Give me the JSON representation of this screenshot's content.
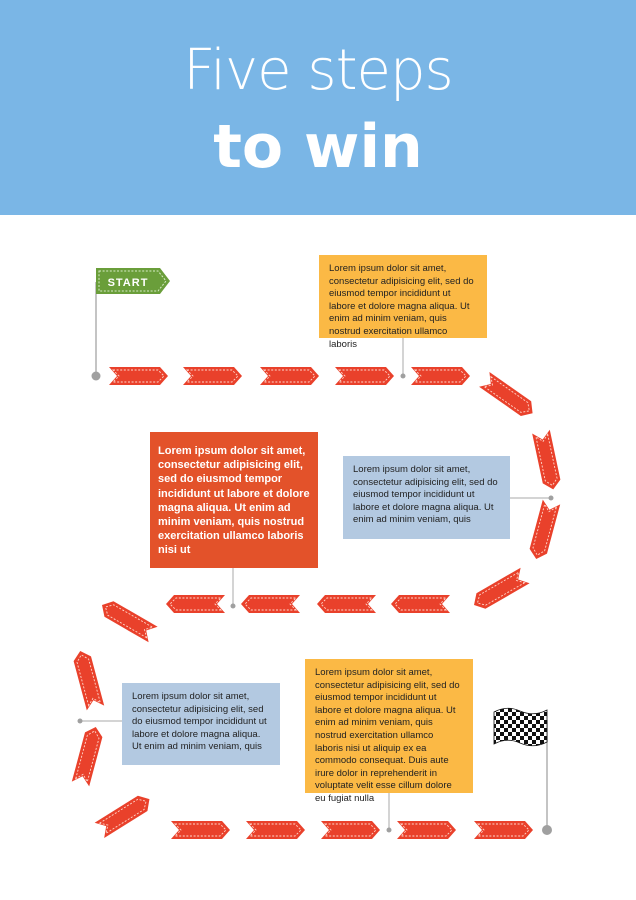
{
  "title": {
    "line1": "Five steps",
    "line2": "to win"
  },
  "start_flag": {
    "label": "START"
  },
  "steps": [
    {
      "id": "step-1",
      "text": "Lorem ipsum dolor sit amet, consectetur adipisicing elit, sed do eiusmod tempor incididunt ut labore et dolore magna aliqua. Ut enim ad minim veniam, quis nostrud exercitation ullamco laboris"
    },
    {
      "id": "step-2",
      "text": "Lorem ipsum dolor sit amet, consectetur adipisicing elit, sed do eiusmod tempor incididunt ut labore et dolore magna aliqua. Ut enim ad minim veniam, quis"
    },
    {
      "id": "step-3",
      "text": "Lorem ipsum dolor sit amet, consectetur adipisicing elit, sed do eiusmod tempor incididunt ut labore et dolore magna aliqua. Ut enim ad minim veniam, quis nostrud exercitation ullamco laboris nisi ut"
    },
    {
      "id": "step-4",
      "text": "Lorem ipsum dolor sit amet, consectetur adipisicing elit, sed do eiusmod tempor incididunt ut labore et dolore magna aliqua. Ut enim ad minim veniam, quis"
    },
    {
      "id": "step-5",
      "text": "Lorem ipsum dolor sit amet, consectetur adipisicing elit, sed do eiusmod tempor incididunt ut labore et dolore magna aliqua. Ut enim ad minim veniam, quis nostrud exercitation ullamco laboris nisi ut aliquip ex ea commodo consequat. Duis aute irure dolor in reprehenderit in voluptate velit esse cillum dolore eu fugiat nulla"
    }
  ],
  "colors": {
    "header": "#7ab6e6",
    "arrow": "#e9412b",
    "start_flag": "#6a9e3a",
    "yellow_box": "#fbb945",
    "blue_box": "#b3c9e1",
    "orange_box": "#e3522a",
    "pin": "#a0a0a0"
  },
  "icons": {
    "start": "start-flag-icon",
    "finish": "checkered-finish-flag-icon"
  }
}
